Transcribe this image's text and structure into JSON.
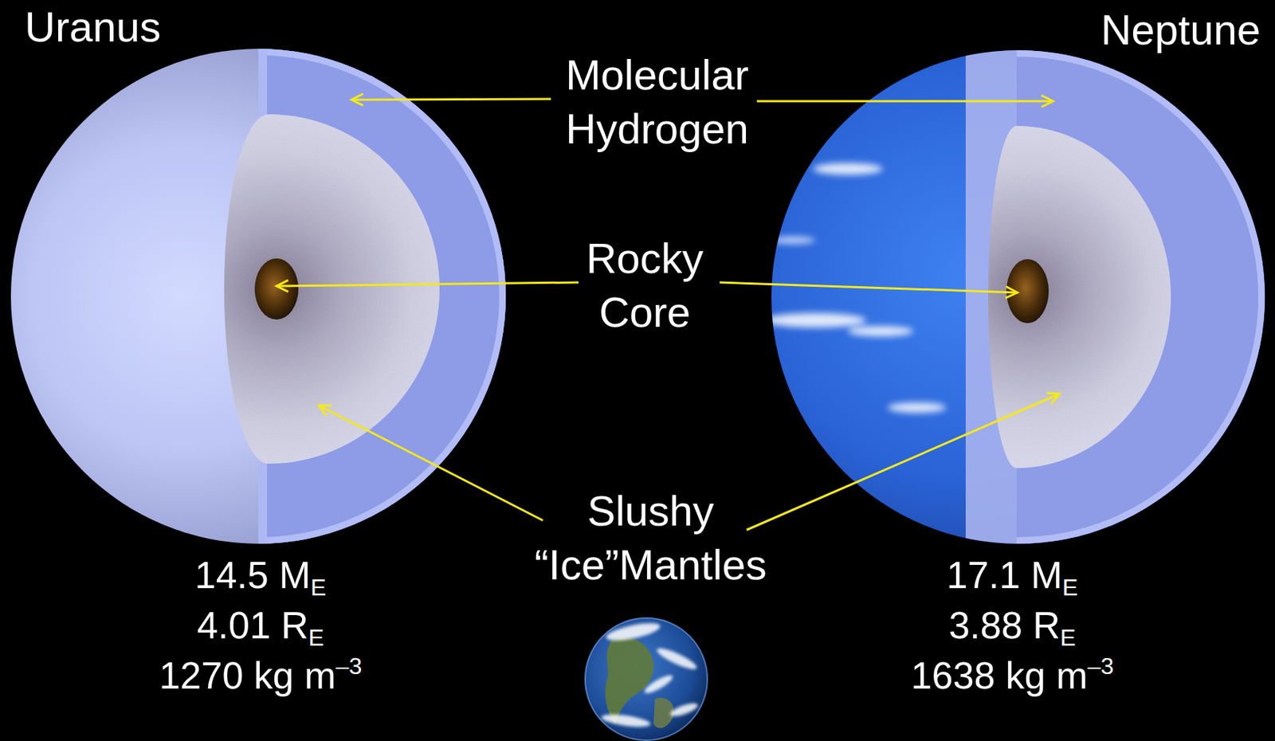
{
  "diagram": {
    "labels": [
      "Uranus",
      "Neptune",
      "Molecular Hydrogen",
      "Rocky Core",
      "Slushy “Ice”Mantles",
      "14.5 M",
      "E",
      "4.01 R",
      "E",
      "1270 kg m",
      "–3",
      "17.1 M",
      "E",
      "3.88 R",
      "E",
      "1638 kg m",
      "–3"
    ]
  }
}
